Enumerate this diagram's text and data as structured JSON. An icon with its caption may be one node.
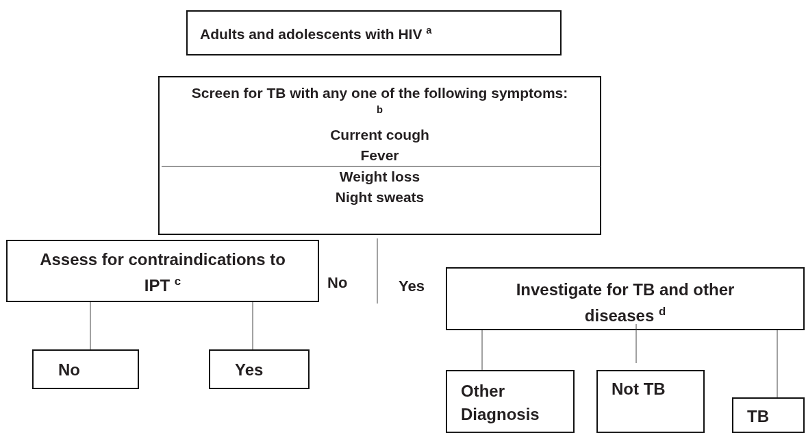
{
  "diagram": {
    "nodes": [
      {
        "text": [
          "Adults and adolescents with HIV $^{a}$"
        ]
      },
      {
        "text": [
          "Screen for TB with any one of the following symptoms: $^{b}$",
          "Current cough",
          "Fever",
          "Weight loss",
          "Night sweats"
        ]
      },
      {
        "text": [
          "Assess for contraindications to IPT $^{c}$"
        ]
      },
      {
        "text": [
          "No"
        ]
      },
      {
        "text": [
          "Yes"
        ]
      },
      {
        "text": [
          "Investigate for TB and other diseases $^{d}$"
        ]
      },
      {
        "text": [
          "Other Diagnosis"
        ]
      },
      {
        "text": [
          "Not TB"
        ]
      },
      {
        "text": [
          "TB"
        ]
      }
    ],
    "edges": [
      {
        "from": 1,
        "to": null,
        "arrow": "none"
      },
      {
        "from": 2,
        "to": 3,
        "arrow": "none"
      },
      {
        "from": 2,
        "to": 4,
        "arrow": "none"
      },
      {
        "from": 5,
        "to": 6,
        "arrow": "none"
      },
      {
        "from": 5,
        "to": 7,
        "arrow": "none"
      },
      {
        "from": 5,
        "to": 8,
        "arrow": "none"
      }
    ],
    "labels": [
      "No",
      "Yes"
    ]
  }
}
